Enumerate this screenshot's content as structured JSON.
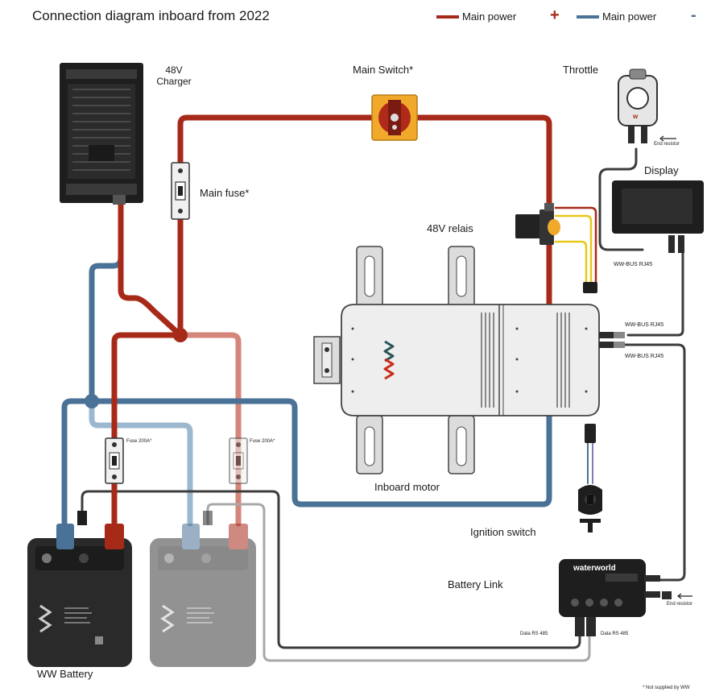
{
  "title": "Connection diagram inboard from 2022",
  "legend": [
    {
      "label": "Main power",
      "symbol": "+",
      "color": "#a72a19"
    },
    {
      "label": "Main power",
      "symbol": "-",
      "color": "#4a7196"
    }
  ],
  "labels": {
    "charger": "48V\nCharger",
    "main_switch": "Main Switch*",
    "throttle": "Throttle",
    "end_resistor_top": "End resistor",
    "display": "Display",
    "main_fuse": "Main fuse*",
    "relais": "48V relais",
    "wwbus_display": "WW-BUS RJ45",
    "wwbus_1": "WW-BUS RJ45",
    "wwbus_2": "WW-BUS RJ45",
    "fuse_1": "Fuse 200A*",
    "fuse_2": "Fuse 200A*",
    "inboard_motor": "Inboard motor",
    "ignition_switch": "Ignition switch",
    "battery_link": "Battery Link",
    "end_resistor_bottom": "End resistor",
    "data_rs485_1": "Data RS 485",
    "data_rs485_2": "Data RS 485",
    "ww_battery": "WW Battery",
    "footnote": "* Not supplied by WW",
    "waterworld": "waterworld"
  },
  "colors": {
    "positive": "#a72a19",
    "positive_light": "#d4867a",
    "negative": "#4a7196",
    "negative_light": "#9cb8cf",
    "data": "#3c3c3c",
    "data_light": "#a8a8a8",
    "switch_yellow": "#f0a92b",
    "yellow_wire": "#e8c81c"
  }
}
